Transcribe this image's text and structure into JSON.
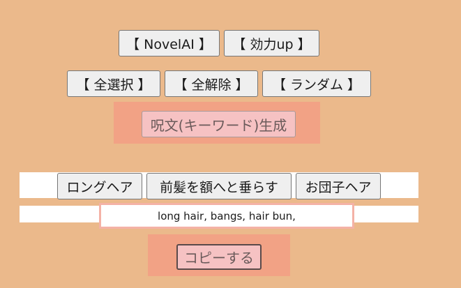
{
  "top_buttons": {
    "novelai": "【 NovelAI 】",
    "effect_up": "【 効力up 】"
  },
  "select_buttons": {
    "select_all": "【 全選択 】",
    "deselect_all": "【 全解除 】",
    "random": "【 ランダム 】"
  },
  "generate": {
    "label": "呪文(キーワード)生成"
  },
  "keywords": [
    {
      "label": "ロングヘア"
    },
    {
      "label": "前髪を額へと垂らす"
    },
    {
      "label": "お団子ヘア"
    }
  ],
  "output": {
    "text": "long hair, bangs, hair bun,"
  },
  "copy": {
    "label": "コピーする"
  },
  "colors": {
    "background": "#ebb98b",
    "panel": "#f2a285",
    "pink_button": "#f6c2c3"
  }
}
